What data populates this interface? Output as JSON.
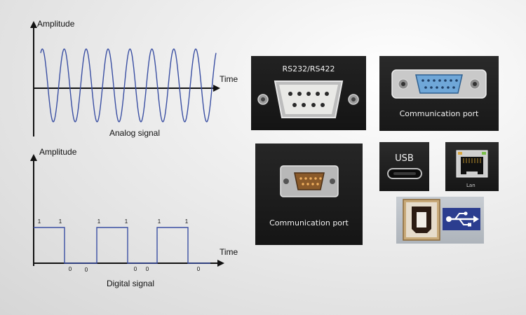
{
  "analog": {
    "y_axis_label": "Amplitude",
    "x_axis_label": "Time",
    "caption": "Analog signal",
    "cycles": 8
  },
  "digital": {
    "y_axis_label": "Amplitude",
    "x_axis_label": "Time",
    "caption": "Digital signal",
    "bits": [
      "1",
      "1",
      "0",
      "0",
      "1",
      "1",
      "0",
      "0",
      "1",
      "1",
      "0"
    ]
  },
  "ports": {
    "serial_label": "RS232/RS422",
    "db15_label": "Communication port",
    "db9_label": "Communication port",
    "usb_c_label": "USB",
    "lan_label": "Lan"
  },
  "colors": {
    "signal": "#3a4fa3",
    "axis": "#111111",
    "port_panel": "#1a1a1a",
    "usb_badge": "#2b3d8f"
  }
}
